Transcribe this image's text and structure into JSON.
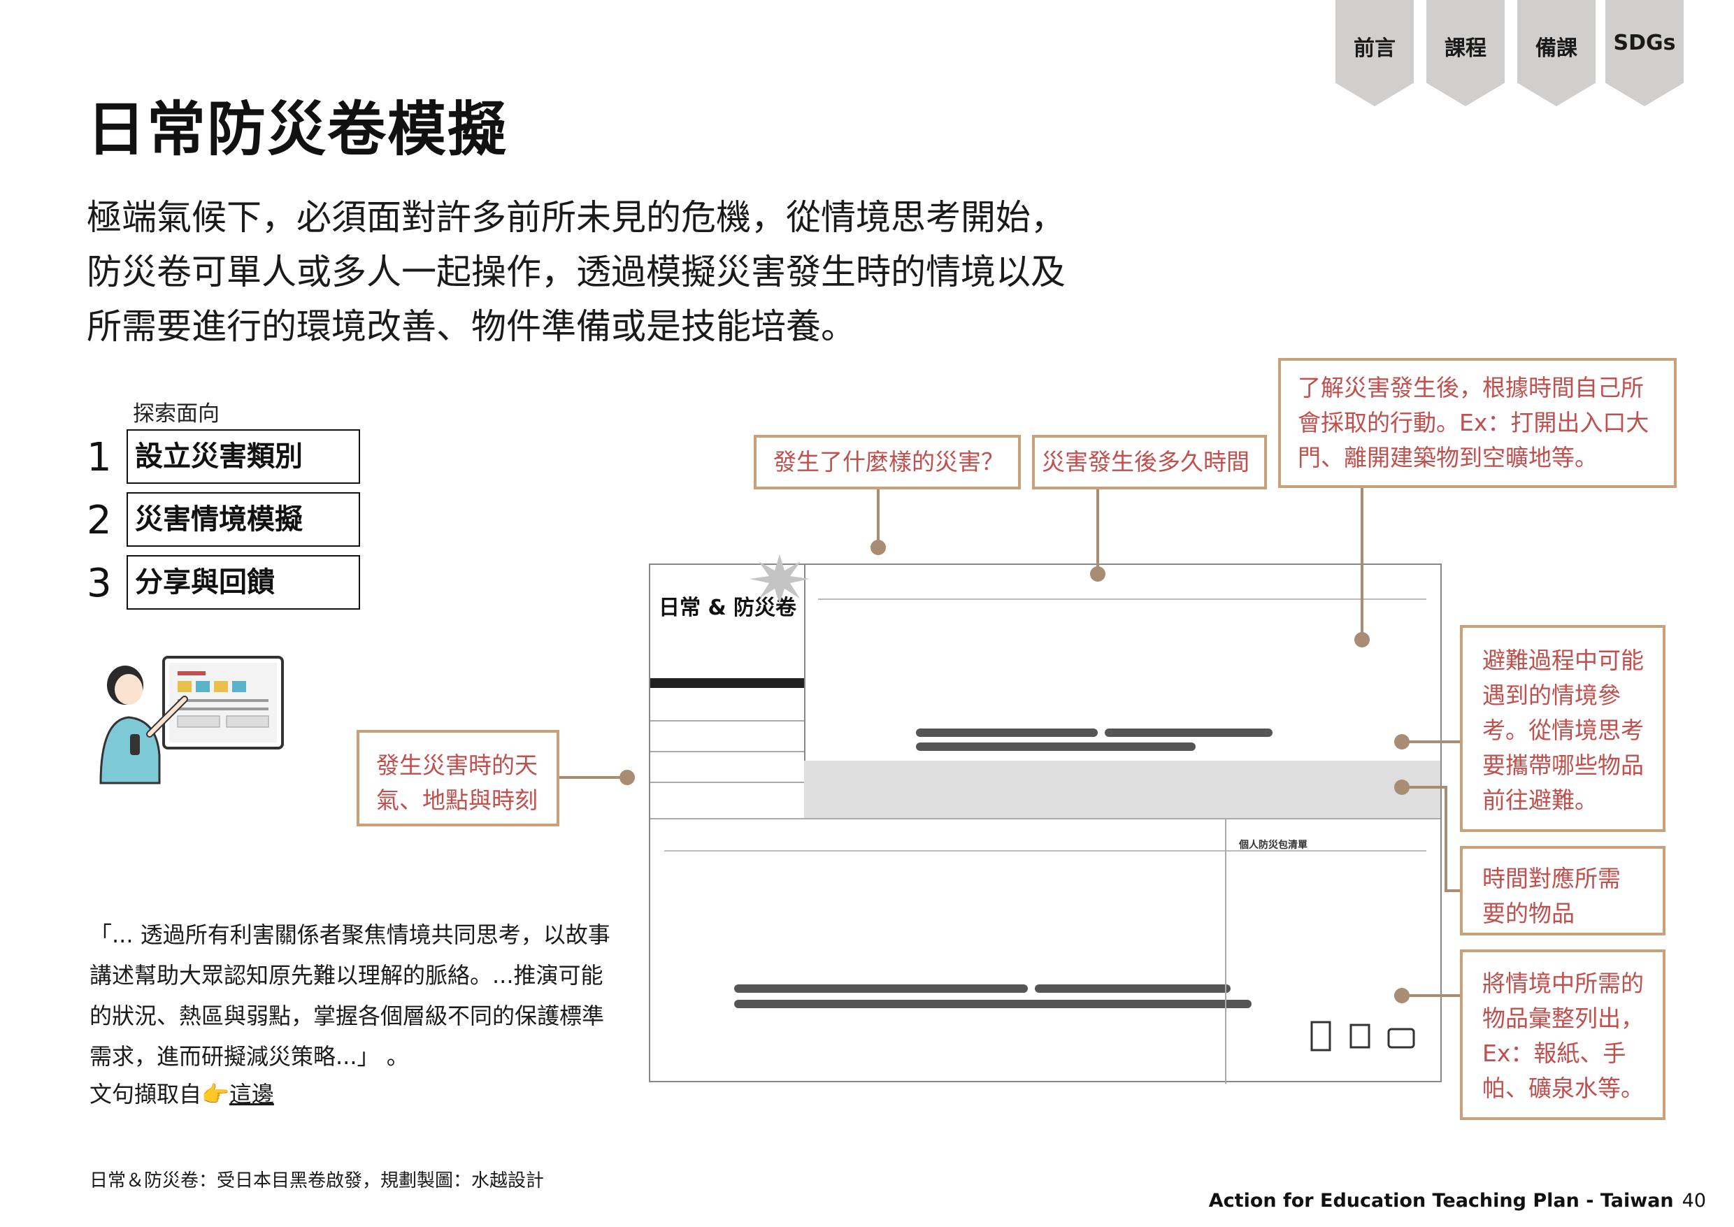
{
  "nav": {
    "tabs": [
      {
        "label": "前言"
      },
      {
        "label": "課程"
      },
      {
        "label": "備課"
      },
      {
        "label": "SDGs"
      }
    ]
  },
  "page_title": "日常防災卷模擬",
  "intro": "極端氣候下，必須面對許多前所未見的危機，從情境思考開始，防災卷可單人或多人一起操作，透過模擬災害發生時的情境以及所需要進行的環境改善、物件準備或是技能培養。",
  "explore": {
    "label": "探索面向",
    "steps": [
      {
        "num": "1",
        "label": "設立災害類別"
      },
      {
        "num": "2",
        "label": "災害情境模擬"
      },
      {
        "num": "3",
        "label": "分享與回饋"
      }
    ]
  },
  "callouts": {
    "disaster_type": "發生了什麼樣的災害？",
    "time_after": "災害發生後多久時間",
    "actions": "了解災害發生後，根據時間自己所會採取的行動。Ex：打開出入口大門、離開建築物到空曠地等。",
    "weather": "發生災害時的天氣、地點與時刻",
    "evacuation": "避難過程中可能遇到的情境參考。從情境思考要攜帶哪些物品前往避難。",
    "items_time": "時間對應所需要的物品",
    "items_list": "將情境中所需的物品彙整列出，Ex：報紙、手帕、礦泉水等。"
  },
  "worksheet": {
    "title": "日常 & 防災卷",
    "bag_label": "個人防災包清單"
  },
  "quote": "「... 透過所有利害關係者聚焦情境共同思考，以故事講述幫助大眾認知原先難以理解的脈絡。...推演可能的狀況、熱區與弱點，掌握各個層級不同的保護標準需求，進而研擬減災策略...」 。",
  "source": {
    "prefix": "文句擷取自",
    "pointer": "👉",
    "link": "這邊"
  },
  "credit": "日常＆防災卷：受日本目黑卷啟發，規劃製圖：水越設計",
  "footer": {
    "text": "Action for Education Teaching Plan - Taiwan",
    "page": "40"
  },
  "colors": {
    "callout_border": "#c8a07a",
    "callout_text": "#c0504d",
    "connector": "#a88c74",
    "tab_bg": "#d0cfcd"
  }
}
